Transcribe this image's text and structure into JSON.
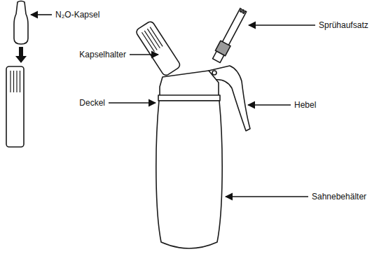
{
  "diagram": {
    "labels": [
      "N₂O-Kapsel",
      "Sprühaufsatz",
      "Kapselhalter",
      "Hebel",
      "Deckel",
      "Sahnebehälter"
    ]
  }
}
